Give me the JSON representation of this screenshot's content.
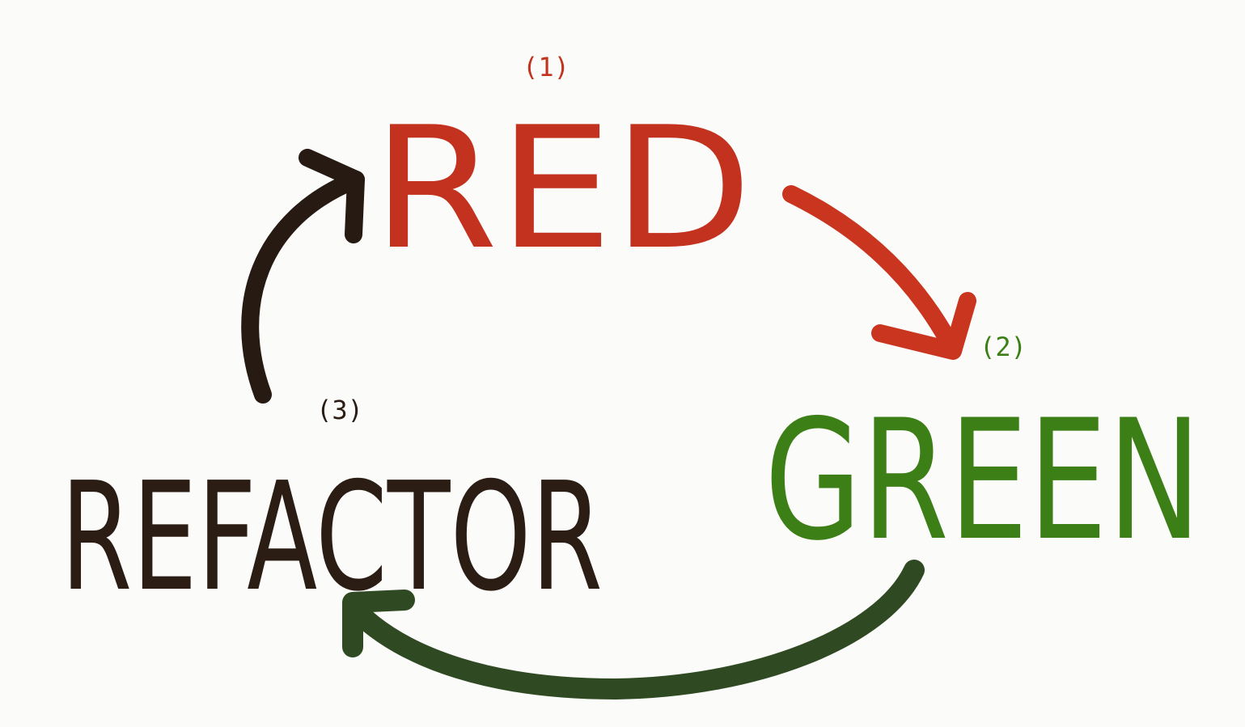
{
  "diagram": {
    "stages": [
      {
        "id": "red",
        "word": "RED",
        "step": "(1)",
        "color": "#c3321e"
      },
      {
        "id": "green",
        "word": "GREEN",
        "step": "(2)",
        "color": "#3c7f16"
      },
      {
        "id": "refactor",
        "word": "REFACTOR",
        "step": "(3)",
        "color": "#2b1d14"
      }
    ],
    "arrows": [
      {
        "id": "red-to-green",
        "from": "red",
        "to": "green",
        "color": "#c9351f"
      },
      {
        "id": "green-to-refactor",
        "from": "green",
        "to": "refactor",
        "color": "#2f4a22"
      },
      {
        "id": "refactor-to-red",
        "from": "refactor",
        "to": "red",
        "color": "#261a12"
      }
    ],
    "colors": {
      "background": "#fbfbf9"
    }
  }
}
